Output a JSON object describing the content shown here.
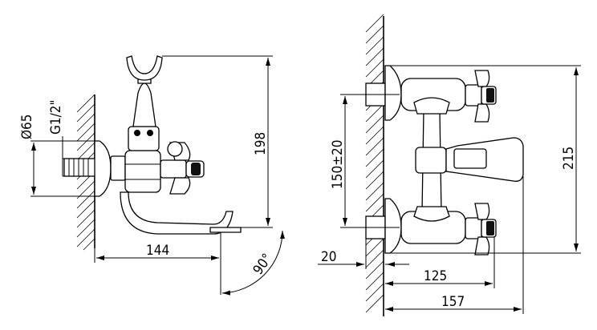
{
  "side_view": {
    "dims": {
      "diameter": "Ø65",
      "thread": "G1/2\"",
      "height": "198",
      "projection": "144",
      "angle": "90°"
    }
  },
  "front_view": {
    "dims": {
      "centers": "150±20",
      "height": "215",
      "offset": "20",
      "width_inner": "125",
      "width_outer": "157"
    }
  }
}
